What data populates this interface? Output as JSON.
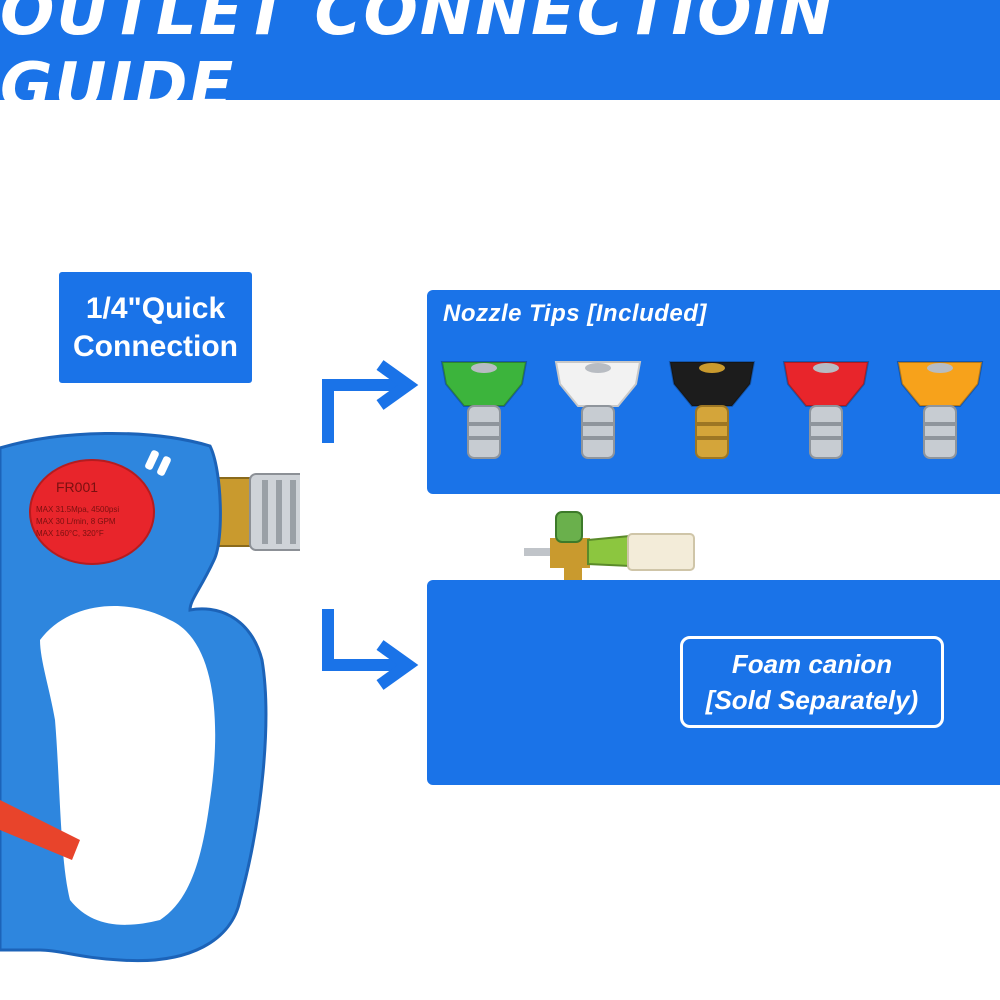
{
  "header": {
    "title": "OUTLET CONNECTIOIN GUIDE"
  },
  "quick_connection": {
    "line1": "1/4\"Quick",
    "line2": "Connection"
  },
  "gun": {
    "label_model": "FR001",
    "label_line1": "MAX 31.5Mpa, 4500psi",
    "label_line2": "MAX 30 L/min, 8 GPM",
    "label_line3": "MAX 160°C, 320°F"
  },
  "nozzle_panel": {
    "title": "Nozzle Tips [Included]",
    "tips": [
      {
        "name": "green-nozzle-tip",
        "color": "#3cb43c"
      },
      {
        "name": "white-nozzle-tip",
        "color": "#f2f2f2"
      },
      {
        "name": "black-nozzle-tip",
        "color": "#1c1c1c"
      },
      {
        "name": "red-nozzle-tip",
        "color": "#e8252b"
      },
      {
        "name": "yellow-nozzle-tip",
        "color": "#f7a21b"
      }
    ]
  },
  "foam_panel": {
    "line1": "Foam canion",
    "line2": "[Sold Separately)"
  },
  "colors": {
    "brand_blue": "#1a73e8",
    "gun_blue": "#2e86de",
    "label_red": "#e8252b"
  }
}
